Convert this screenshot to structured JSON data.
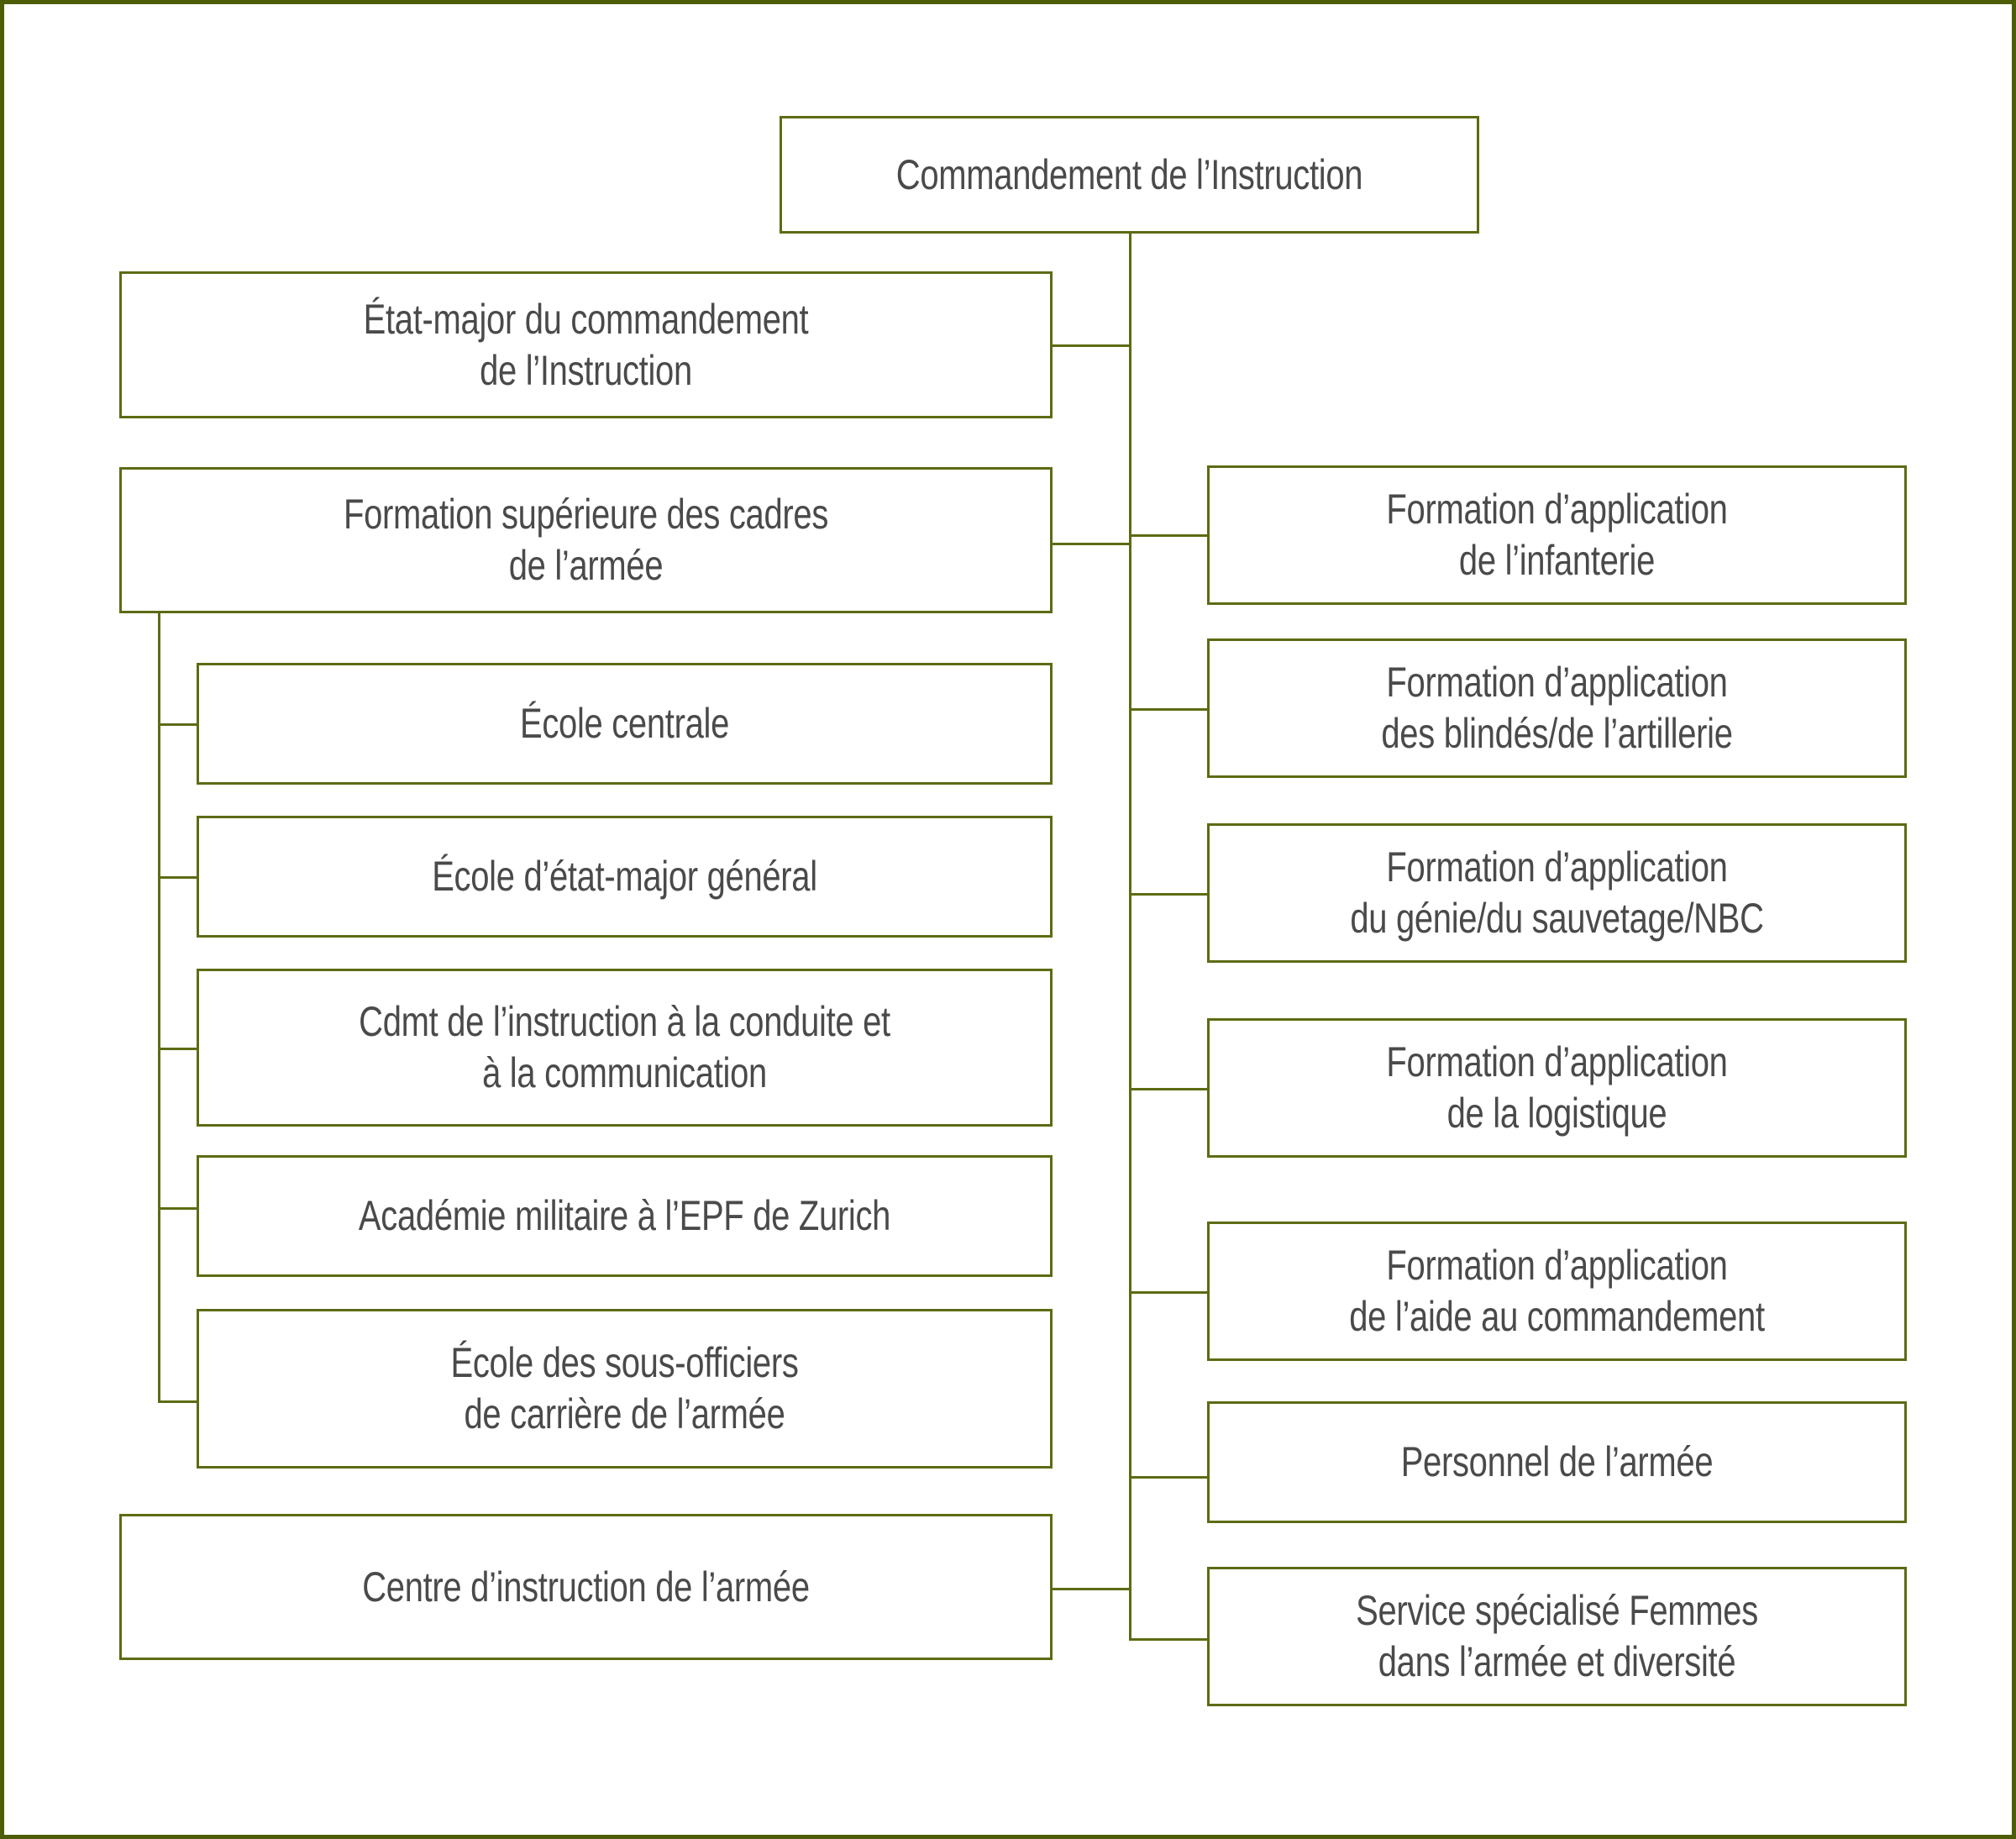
{
  "diagram": {
    "title": "Commandement de l’Instruction",
    "line_color": "#5d6b13",
    "border_color": "#4d5c07",
    "text_color": "#4a4a4a",
    "root": {
      "label": "Commandement de l’Instruction"
    },
    "left_column": [
      {
        "label": "État-major du commandement\nde l’Instruction"
      },
      {
        "label": "Formation supérieure des cadres\nde l’armée"
      },
      {
        "label": "Centre d’instruction de l’armée"
      }
    ],
    "left_subordinates": [
      {
        "label": "École centrale"
      },
      {
        "label": "École d’état-major général"
      },
      {
        "label": "Cdmt de l’instruction à la conduite et\nà la communication"
      },
      {
        "label": "Académie militaire à l’EPF de Zurich"
      },
      {
        "label": "École des sous-officiers\nde carrière de l’armée"
      }
    ],
    "right_column": [
      {
        "label": "Formation d’application\nde l’infanterie"
      },
      {
        "label": "Formation d’application\ndes blindés/de l’artillerie"
      },
      {
        "label": "Formation d’application\ndu génie/du sauvetage/NBC"
      },
      {
        "label": "Formation d’application\nde la logistique"
      },
      {
        "label": "Formation d’application\nde l’aide au commandement"
      },
      {
        "label": "Personnel de l’armée"
      },
      {
        "label": "Service spécialisé Femmes\ndans l’armée et diversité"
      }
    ]
  }
}
